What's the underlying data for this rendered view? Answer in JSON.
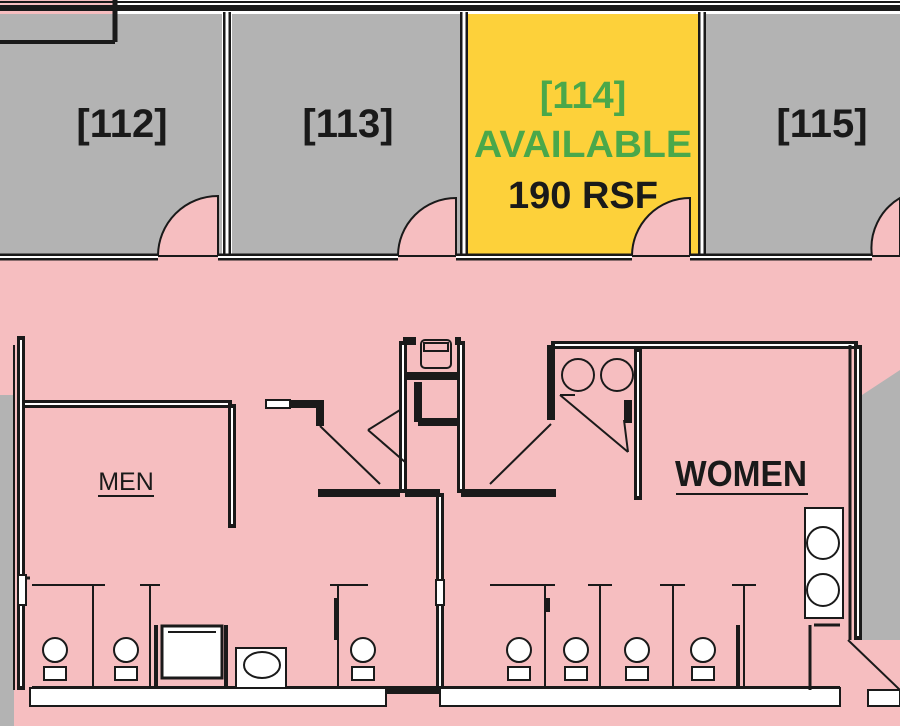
{
  "floor_plan": {
    "colors": {
      "office_fill": "#b3b3b3",
      "available_fill": "#fdd13a",
      "common_fill": "#f6bec0",
      "wall": "#1a1a1a",
      "available_text": "#4aa84a",
      "label_text": "#1a1a1a"
    },
    "offices": [
      {
        "number": "[112]",
        "status": "leased"
      },
      {
        "number": "[113]",
        "status": "leased"
      },
      {
        "number": "[114]",
        "status": "available",
        "status_label": "AVAILABLE",
        "area": "190 RSF"
      },
      {
        "number": "[115]",
        "status": "leased"
      }
    ],
    "restrooms": {
      "men_label": "MEN",
      "women_label": "WOMEN"
    }
  }
}
